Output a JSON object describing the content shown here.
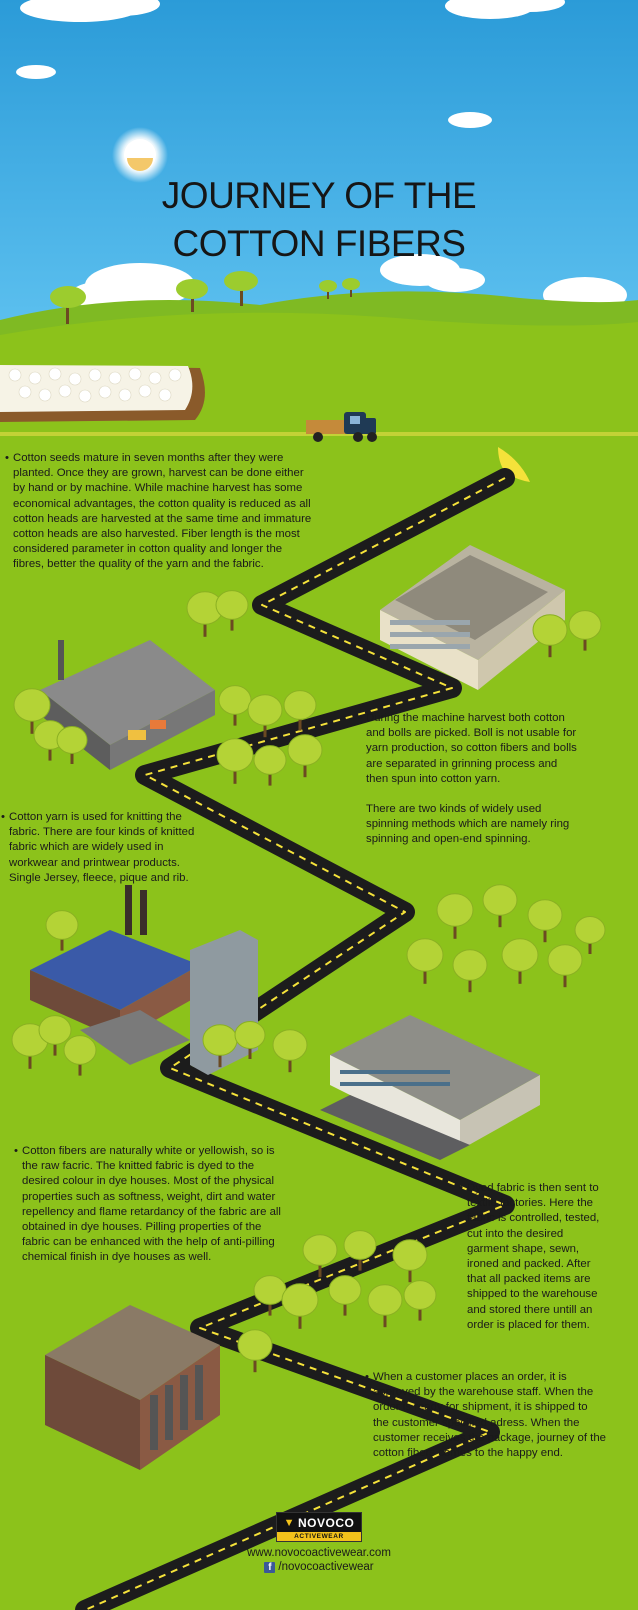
{
  "title": {
    "line1": "JOURNEY OF THE",
    "line2": "COTTON FIBERS"
  },
  "steps": [
    {
      "bullet": "•",
      "lines": [
        "Cotton seeds mature in seven months after they were",
        "planted.  Once they are grown, harvest can be done either",
        "by hand or by machine. While machine harvest has some",
        "economical advantages, the cotton quality is reduced as all",
        "cotton heads are harvested at the same time and immature",
        "cotton heads are also harvested. Fiber length is the most",
        "considered parameter in cotton quality and longer the",
        "fibres, better the quality of the yarn and the fabric."
      ]
    },
    {
      "bullet": "•",
      "lines": [
        "During the machine harvest both cotton",
        "and bolls are picked. Boll is not usable for",
        "yarn production, so cotton fibers and bolls",
        "are separated in grinning process and",
        "then spun into cotton yarn."
      ],
      "lines2": [
        "There are two kinds of widely used",
        "spinning methods which are namely ring",
        "spinning and open-end spinning."
      ]
    },
    {
      "bullet": "•",
      "lines": [
        "Cotton yarn is used for knitting the",
        "fabric. There are four kinds of knitted",
        "fabric which are widely used in",
        "workwear and printwear products.",
        "Single Jersey, fleece, pique and rib."
      ]
    },
    {
      "bullet": "•",
      "lines": [
        "Cotton fibers are naturally white or yellowish, so is",
        "the raw facric. The knitted fabric is dyed to the",
        "desired colour in dye houses. Most of the physical",
        "properties such as softness, weight, dirt and water",
        "repellency and flame retardancy of the fabric are all",
        "obtained in dye houses. Pilling properties of the",
        "fabric can be enhanced with the help of anti-pilling",
        "chemical finish in dye houses as well."
      ]
    },
    {
      "bullet": "•",
      "lines": [
        "Dyed fabric is then sent to",
        "textile factories. Here the",
        "fabric is controlled, tested,",
        "cut into the desired",
        "garment shape, sewn,",
        "ironed and packed. After",
        "that all packed items are",
        "shipped to the warehouse",
        "and stored there untill an",
        "order is placed for them."
      ]
    },
    {
      "bullet": "•",
      "lines": [
        "When a customer places an order, it is",
        "approved by the warehouse staff. When the",
        "order is ready for shipment, it is shipped to",
        "the customer specified adress. When the",
        "customer receives the package, journey of the",
        "cotton fibers comes to the happy end."
      ]
    }
  ],
  "footer": {
    "brand": "NOVOCO",
    "brand_sub": "ACTIVEWEAR",
    "website": "www.novocoactivewear.com",
    "facebook": "/novocoactivewear",
    "facebook_icon": "f"
  },
  "colors": {
    "sky": "#3aa6e0",
    "grass": "#8cc21b",
    "road": "#1c1c1c",
    "road_dash": "#f5e23a",
    "tree": "#b4d336",
    "brand_yellow": "#f2c21b"
  }
}
